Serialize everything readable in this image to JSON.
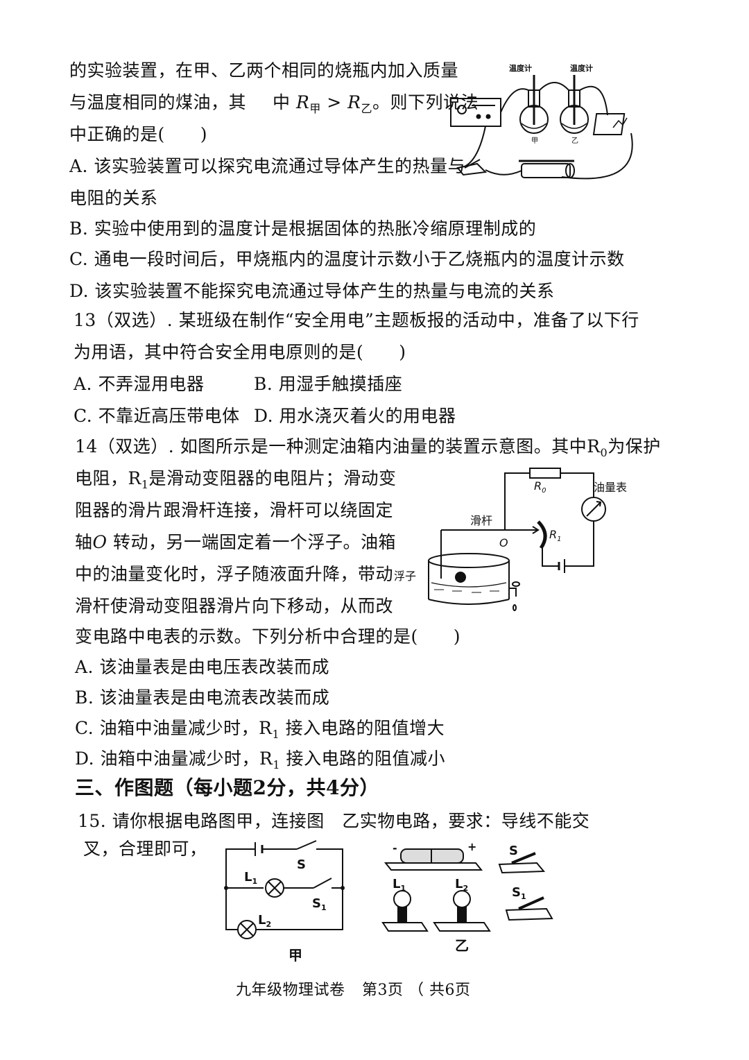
{
  "q12": {
    "l1": "的实验装置，在甲、乙两个相同的烧瓶内加入质量",
    "l2a": "与温度相同的煤油，其",
    "l2b": "中",
    "r1": "R",
    "r1sub": "甲",
    "gt": " > ",
    "r2": "R",
    "r2sub": "乙",
    "l2c": "。则下列说法",
    "l3": "中正确的是(　　)",
    "optA1": "A. 该实验装置可以探究电流通过导体产生的热量与",
    "optA2": "电阻的关系",
    "optB": "B. 实验中使用到的温度计是根据固体的热胀冷缩原理制成的",
    "optC": "C. 通电一段时间后，甲烧瓶内的温度计示数小于乙烧瓶内的温度计示数",
    "optD": "D. 该实验装置不能探究电流通过导体产生的热量与电流的关系",
    "fig": {
      "thermo1": "温度计",
      "thermo2": "温度计",
      "flask1": "甲",
      "flask2": "乙"
    }
  },
  "q13": {
    "l1": "13（双选）. 某班级在制作“安全用电”主题板报的活动中，准备了以下行",
    "l2": "为用语，其中符合安全用电原则的是(　　)",
    "optA": "A. 不弄湿用电器",
    "optB": "B. 用湿手触摸插座",
    "optC": "C. 不靠近高压带电体",
    "optD": "D. 用水浇灭着火的用电器"
  },
  "q14": {
    "l1a": "14（双选）. 如图所示是一种测定油箱内油量的装置示意图。其中R",
    "l1sub": "0",
    "l1b": "为保护",
    "l2a": "电阻，R",
    "l2sub": "1",
    "l2b": "是滑动变阻器的电阻片；滑动变",
    "l3": "阻器的滑片跟滑杆连接，滑杆可以绕固定",
    "l4a": "轴",
    "l4o": "O",
    "l4b": " 转动，另一端固定着一个浮子。油箱",
    "l5": "中的油量变化时，浮子随液面升降，带动",
    "l6": "滑杆使滑动变阻器滑片向下移动，从而改",
    "l7": "变电路中电表的示数。下列分析中合理的是(　　)",
    "optA": "A. 该油量表是由电压表改装而成",
    "optB": "B. 该油量表是由电流表改装而成",
    "optC1": "C. 油箱中油量减少时，R",
    "optC2": " 接入电路的阻值增大",
    "optD1": "D. 油箱中油量减少时，R",
    "optD2": " 接入电路的阻值减小",
    "sub1": "1",
    "fig": {
      "r0": "R",
      "r0sub": "0",
      "meter": "油量表",
      "rod": "滑杆",
      "pivot": "O",
      "r1": "R",
      "r1sub": "1",
      "float": "浮子"
    }
  },
  "section3": {
    "title": "三、作图题（每小题2分，共4分）"
  },
  "q15": {
    "l1": "15. 请你根据电路图甲，连接图　乙实物电路，要求：导线不能交",
    "l2": "叉，合理即可，",
    "figA": {
      "s": "S",
      "l1": "L",
      "l1sub": "1",
      "s1": "S",
      "s1sub": "1",
      "l2": "L",
      "l2sub": "2",
      "caption": "甲"
    },
    "figB": {
      "minus": "-",
      "plus": "+",
      "s": "S",
      "l1": "L",
      "l1sub": "1",
      "l2": "L",
      "l2sub": "2",
      "s1": "S",
      "s1sub": "1",
      "caption": "乙"
    }
  },
  "footer": {
    "left": "九年级物理试卷",
    "right": "第3页 （ 共6页"
  }
}
